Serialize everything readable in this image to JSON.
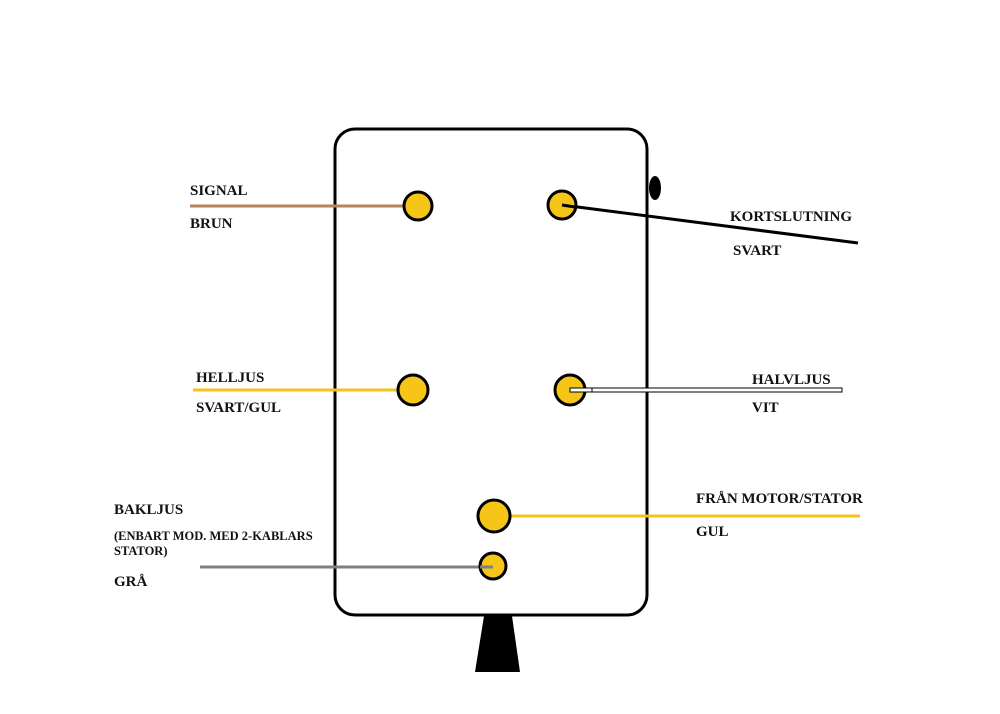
{
  "colors": {
    "terminal": "#f5c518",
    "brown": "#b9825f",
    "black": "#000000",
    "yellow": "#f3c21b",
    "gray": "#808080",
    "white": "#ffffff"
  },
  "labels": {
    "signal": {
      "name": "SIGNAL",
      "color": "BRUN"
    },
    "kortslutning": {
      "name": "KORTSLUTNING",
      "color": "SVART"
    },
    "helljus": {
      "name": "HELLJUS",
      "color": "SVART/GUL"
    },
    "halvljus": {
      "name": "HALVLJUS",
      "color": "VIT"
    },
    "bakljus": {
      "name": "BAKLJUS",
      "note_line1": "(ENBART MOD. MED 2-KABLARS",
      "note_line2": "STATOR)",
      "color": "GRÅ"
    },
    "stator": {
      "name": "FRÅN MOTOR/STATOR",
      "color": "GUL"
    }
  }
}
